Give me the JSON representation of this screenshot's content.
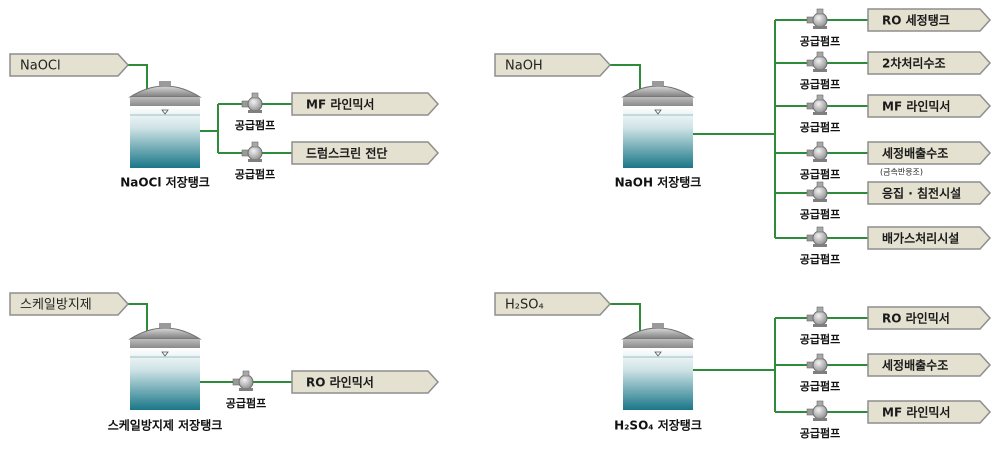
{
  "colors": {
    "pipe": "#2e8b3a",
    "arrow_fill": "#e4e1d0",
    "arrow_stroke": "#8e8e8e",
    "tank_top": "#ffffff",
    "tank_bottom": "#1a7788",
    "dome": "#8f8f8f",
    "pump": "#b5b5b5"
  },
  "icons": {
    "tank": "storage-tank-icon",
    "pump": "supply-pump-icon"
  },
  "pump_label": "공급펌프",
  "systems": [
    {
      "id": "naocl",
      "source": "NaOCl",
      "tank": "NaOCl 저장탱크",
      "targets": [
        {
          "label": "MF 라인믹서",
          "note": ""
        },
        {
          "label": "드럼스크린 전단",
          "note": ""
        }
      ]
    },
    {
      "id": "naoh",
      "source": "NaOH",
      "tank": "NaOH 저장탱크",
      "targets": [
        {
          "label": "RO 세정탱크",
          "note": ""
        },
        {
          "label": "2차처리수조",
          "note": ""
        },
        {
          "label": "MF 라인믹서",
          "note": ""
        },
        {
          "label": "세정배출수조",
          "note": "(금속반응조)"
        },
        {
          "label": "응집 · 침전시설",
          "note": ""
        },
        {
          "label": "배가스처리시설",
          "note": ""
        }
      ]
    },
    {
      "id": "scale",
      "source": "스케일방지제",
      "tank": "스케일방지제 저장탱크",
      "targets": [
        {
          "label": "RO 라인믹서",
          "note": ""
        }
      ]
    },
    {
      "id": "h2so4",
      "source": "H₂SO₄",
      "tank": "H₂SO₄ 저장탱크",
      "targets": [
        {
          "label": "RO 라인믹서",
          "note": ""
        },
        {
          "label": "세정배출수조",
          "note": ""
        },
        {
          "label": "MF 라인믹서",
          "note": ""
        }
      ]
    }
  ]
}
